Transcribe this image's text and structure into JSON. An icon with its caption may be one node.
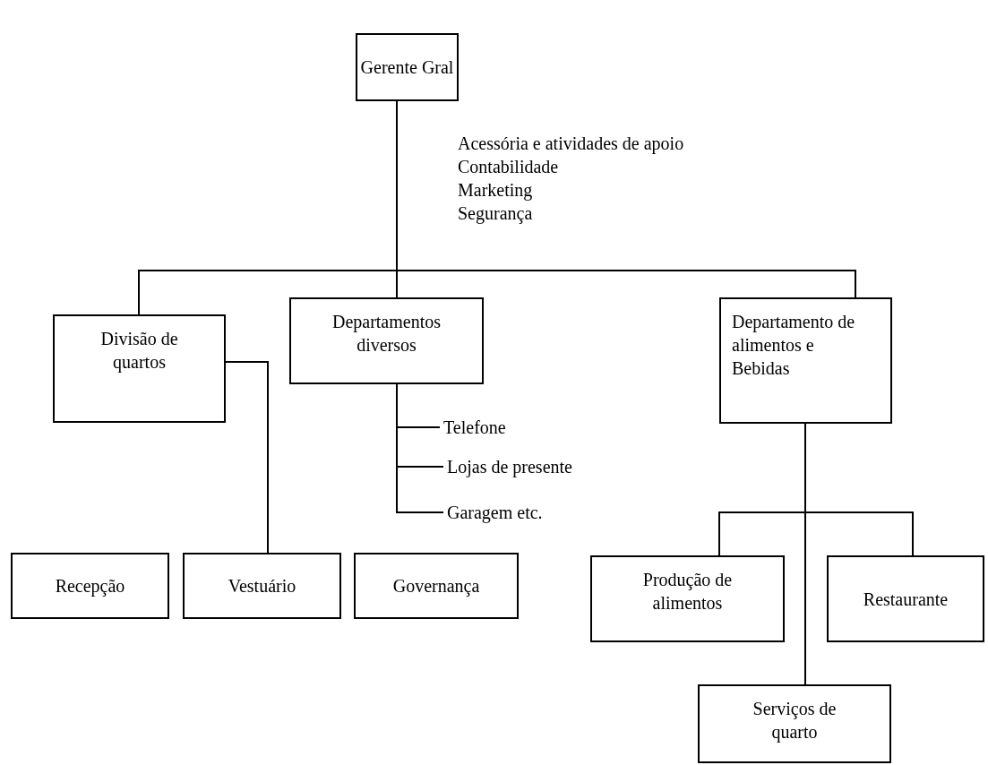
{
  "diagram": {
    "nodes": [
      {
        "text": [
          "Gerente Gral"
        ]
      },
      {
        "text": [
          "Divisão de quartos"
        ]
      },
      {
        "text": [
          "Departamentos diversos"
        ]
      },
      {
        "text": [
          "Departamento de alimentos e Bebidas"
        ]
      },
      {
        "text": [
          "Telefone"
        ]
      },
      {
        "text": [
          "Lojas de presente"
        ]
      },
      {
        "text": [
          "Garagem etc."
        ]
      },
      {
        "text": [
          "Recepção"
        ]
      },
      {
        "text": [
          "Vestuário"
        ]
      },
      {
        "text": [
          "Governança"
        ]
      },
      {
        "text": [
          "Produção de alimentos"
        ]
      },
      {
        "text": [
          "Restaurante"
        ]
      },
      {
        "text": [
          "Serviços de quarto"
        ]
      }
    ],
    "edges": [
      {
        "from": 0,
        "to": 1,
        "arrow": "none"
      },
      {
        "from": 0,
        "to": 2,
        "arrow": "none"
      },
      {
        "from": 0,
        "to": 3,
        "arrow": "none"
      },
      {
        "from": 1,
        "to": 8,
        "arrow": "none"
      },
      {
        "from": 2,
        "to": 4,
        "arrow": "none"
      },
      {
        "from": 2,
        "to": 5,
        "arrow": "none"
      },
      {
        "from": 2,
        "to": 6,
        "arrow": "none"
      },
      {
        "from": 3,
        "to": 10,
        "arrow": "none"
      },
      {
        "from": 3,
        "to": 11,
        "arrow": "none"
      },
      {
        "from": 3,
        "to": 12,
        "arrow": "none"
      }
    ],
    "labels": [
      "Acessória e atividades de apoio",
      "Contabilidade",
      "Marketing",
      "Segurança"
    ]
  }
}
